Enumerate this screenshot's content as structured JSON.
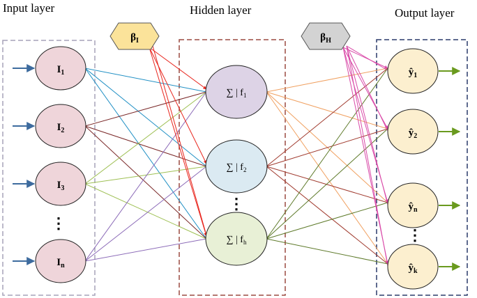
{
  "titles": {
    "input": "Input layer",
    "hidden": "Hidden layer",
    "output": "Output layer"
  },
  "bias": {
    "input": {
      "base": "β",
      "sub": "I"
    },
    "hidden": {
      "base": "β",
      "sub": "H"
    }
  },
  "input_nodes": [
    {
      "base": "I",
      "sub": "1"
    },
    {
      "base": "I",
      "sub": "2"
    },
    {
      "base": "I",
      "sub": "3"
    },
    {
      "base": "I",
      "sub": "n"
    }
  ],
  "hidden_nodes": [
    {
      "base": "∑ | f",
      "sub": "1"
    },
    {
      "base": "∑ | f",
      "sub": "2"
    },
    {
      "base": "∑ | f",
      "sub": "h"
    }
  ],
  "output_nodes": [
    {
      "base": "ŷ",
      "sub": "1"
    },
    {
      "base": "ŷ",
      "sub": "2"
    },
    {
      "base": "ŷ",
      "sub": "n"
    },
    {
      "base": "ŷ",
      "sub": "k"
    }
  ],
  "ellipsis": "⋮",
  "colors": {
    "input_fill": "#efd5da",
    "hidden_fills": [
      "#ddd3e6",
      "#dbeaf2",
      "#e8f0d6"
    ],
    "output_fill": "#fcefcf",
    "bias_input_fill": "#fbe39a",
    "bias_hidden_fill": "#d3d3d3",
    "input_arrow": "#3d6b9e",
    "output_arrow": "#6a9a1e",
    "input_box": "#a6a2b8",
    "hidden_box": "#9c4a40",
    "output_box": "#2a3a6a",
    "bias_input_lines": "#e8261e",
    "bias_hidden_lines": "#d94aa8",
    "input_lines": [
      "#1f8fc4",
      "#7a2828",
      "#9dbf52",
      "#8c6bb8"
    ],
    "hidden_lines": [
      "#f0a060",
      "#a03a2e",
      "#5e7a2a"
    ]
  }
}
